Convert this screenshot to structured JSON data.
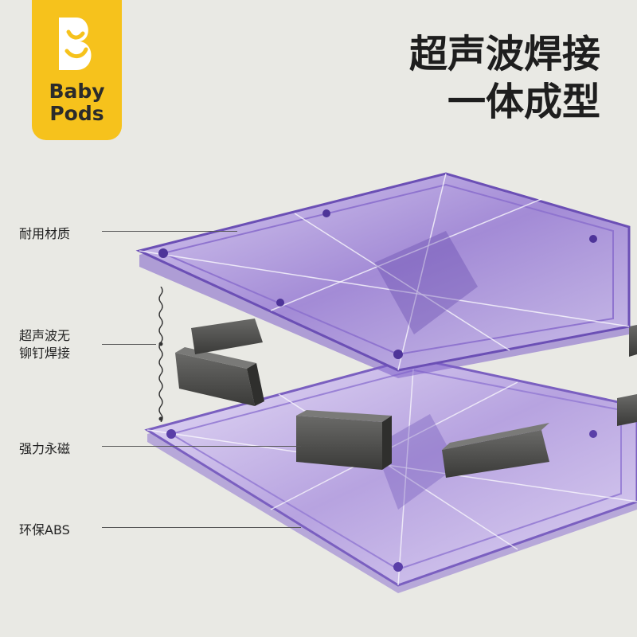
{
  "brand": {
    "line1": "Baby",
    "line2": "Pods",
    "color": "#f6c21c"
  },
  "headline": {
    "line1": "超声波焊接",
    "line2": "一体成型"
  },
  "callouts": [
    {
      "text": "耐用材质"
    },
    {
      "text": "超声波无\n铆钉焊接",
      "line1": "超声波无",
      "line2": "铆钉焊接"
    },
    {
      "text": "强力永磁"
    },
    {
      "text": "环保ABS"
    }
  ],
  "colors": {
    "background": "#e9e9e4",
    "tile": "#8b6bc9",
    "magnet": "#4a4a48"
  }
}
